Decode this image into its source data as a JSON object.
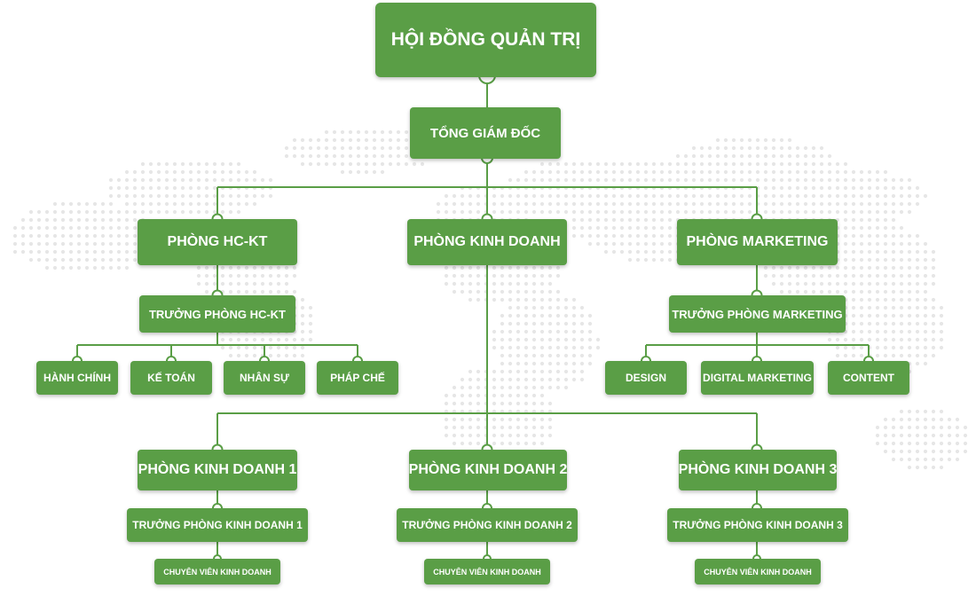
{
  "theme": {
    "box_color": "#5a9e46",
    "line_color": "#5a9e46",
    "map_dot_color": "#e6e6e6"
  },
  "board": "HỘI ĐỒNG QUẢN TRỊ",
  "ceo": "TỔNG GIÁM ĐỐC",
  "departments": {
    "hckt": {
      "name": "PHÒNG HC-KT",
      "head": "TRƯỞNG PHÒNG HC-KT",
      "units": [
        "HÀNH CHÍNH",
        "KẾ TOÁN",
        "NHÂN SỰ",
        "PHÁP CHẾ"
      ]
    },
    "sales": {
      "name": "PHÒNG KINH DOANH",
      "branches": [
        {
          "name": "PHÒNG KINH DOANH 1",
          "head": "TRƯỞNG PHÒNG KINH DOANH 1",
          "staff": "CHUYÊN VIÊN KINH DOANH"
        },
        {
          "name": "PHÒNG KINH DOANH 2",
          "head": "TRƯỞNG PHÒNG KINH DOANH 2",
          "staff": "CHUYÊN VIÊN KINH DOANH"
        },
        {
          "name": "PHÒNG KINH DOANH 3",
          "head": "TRƯỞNG PHÒNG KINH DOANH 3",
          "staff": "CHUYÊN VIÊN KINH DOANH"
        }
      ]
    },
    "marketing": {
      "name": "PHÒNG MARKETING",
      "head": "TRƯỞNG PHÒNG MARKETING",
      "units": [
        "DESIGN",
        "DIGITAL MARKETING",
        "CONTENT"
      ]
    }
  }
}
